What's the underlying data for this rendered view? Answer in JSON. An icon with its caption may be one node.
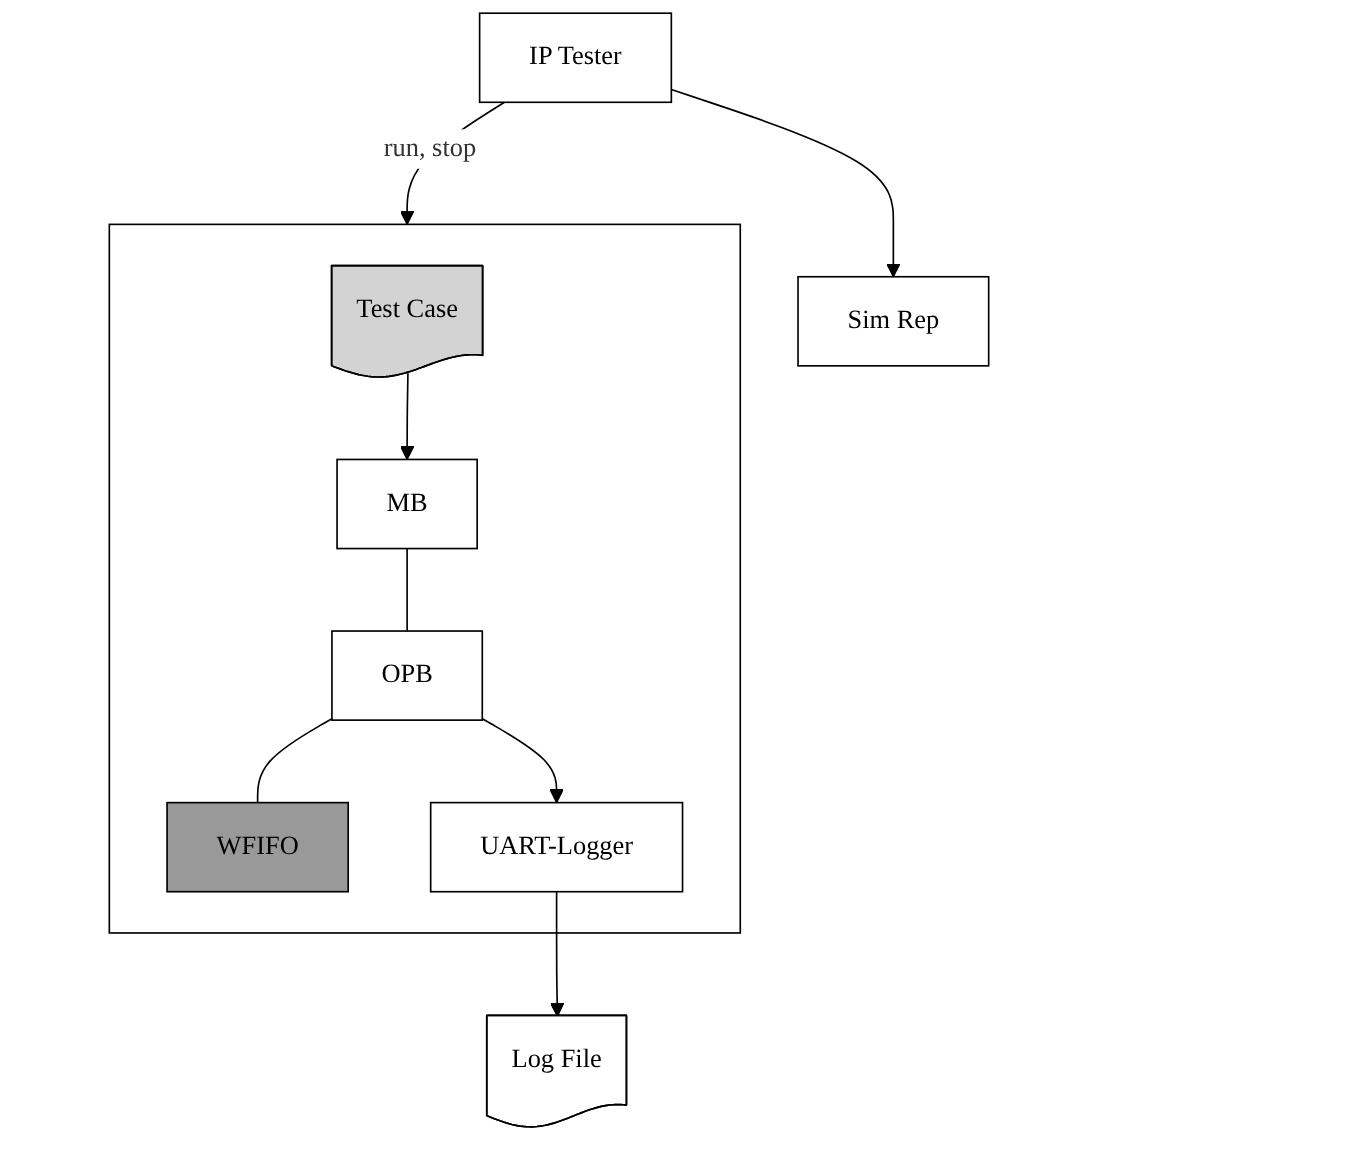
{
  "diagram": {
    "nodes": [
      {
        "text": [
          "IP Tester"
        ]
      },
      {
        "text": [],
        "shape": "box"
      },
      {
        "text": [
          "Test Case"
        ],
        "in": 1
      },
      {
        "text": [
          "OPB"
        ],
        "in": 1
      },
      {
        "text": [
          "WFIFO"
        ],
        "in": 1
      },
      {
        "text": [
          "MB"
        ],
        "in": 1
      },
      {
        "text": [
          "UART-Logger"
        ],
        "in": 1
      },
      {
        "text": [
          "Log File"
        ]
      },
      {
        "text": [
          "Sim Rep"
        ]
      }
    ],
    "edges": [
      {
        "from": 0,
        "to": 1,
        "arrow": "to",
        "label": "run, stop"
      },
      {
        "from": 2,
        "to": 5,
        "arrow": "to"
      },
      {
        "from": 5,
        "to": 3,
        "arrow": "none"
      },
      {
        "from": 3,
        "to": 4,
        "arrow": "none"
      },
      {
        "from": 3,
        "to": 6,
        "arrow": "to"
      },
      {
        "from": 6,
        "to": 7,
        "arrow": "to"
      },
      {
        "from": 0,
        "to": 8,
        "arrow": "to"
      }
    ]
  }
}
